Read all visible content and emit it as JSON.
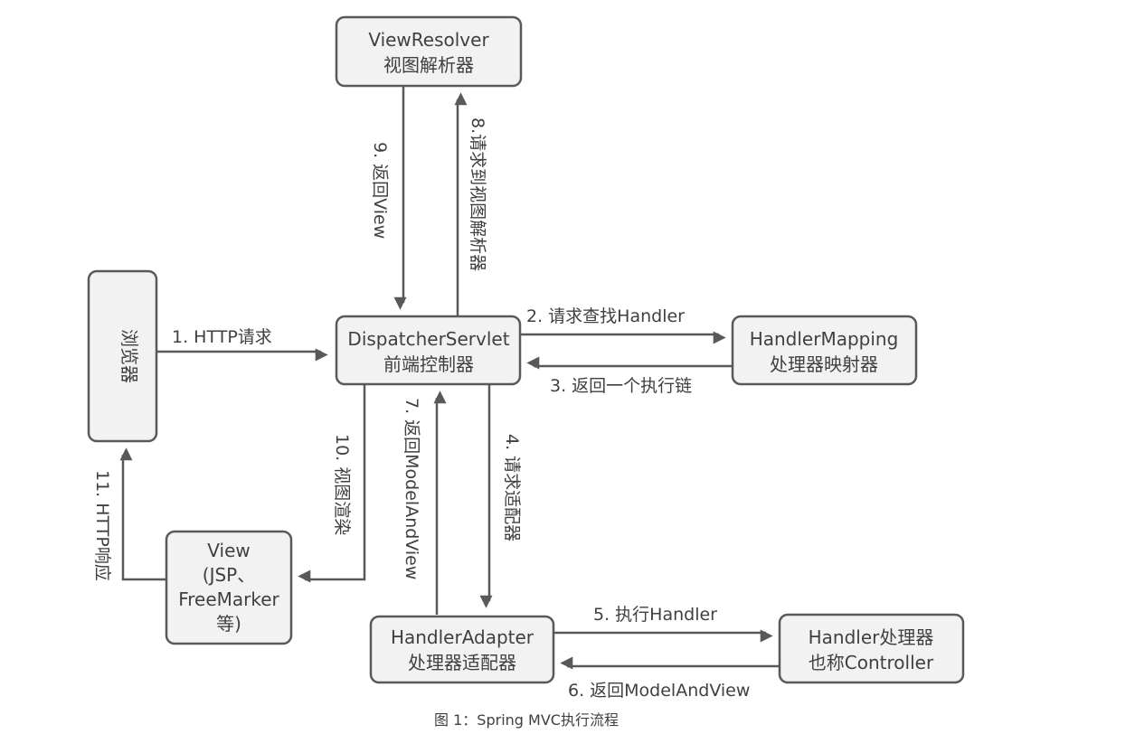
{
  "diagram": {
    "colors": {
      "box_fill": "#f2f2f2",
      "stroke": "#595959",
      "text": "#404040"
    },
    "nodes": {
      "view_resolver": [
        "ViewResolver",
        "视图解析器"
      ],
      "browser": "浏览器",
      "dispatcher": [
        "DispatcherServlet",
        "前端控制器"
      ],
      "handler_mapping": [
        "HandlerMapping",
        "处理器映射器"
      ],
      "view": [
        "View",
        "(JSP、",
        "FreeMarker",
        "等)"
      ],
      "handler_adapter": [
        "HandlerAdapter",
        "处理器适配器"
      ],
      "handler": [
        "Handler处理器",
        "也称Controller"
      ]
    },
    "edges": {
      "e1": "1. HTTP请求",
      "e2": "2. 请求查找Handler",
      "e3": "3. 返回一个执行链",
      "e4": "4. 请求适配器",
      "e5": "5. 执行Handler",
      "e6": "6. 返回ModelAndView",
      "e7": "7. 返回ModelAndView",
      "e8": "8.请求到视图解析器",
      "e9": "9. 返回View",
      "e10": "10. 视图渲染",
      "e11": "11. HTTP响应"
    },
    "caption": "图 1：Spring MVC执行流程"
  }
}
